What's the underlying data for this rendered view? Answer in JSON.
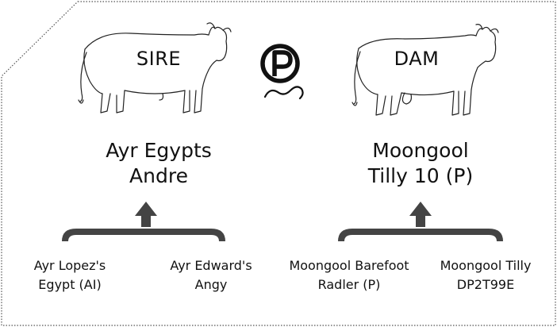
{
  "sire": {
    "label": "SIRE",
    "name_line1": "Ayr Egypts",
    "name_line2": "Andre",
    "grandsire": {
      "line1": "Ayr Lopez's",
      "line2": "Egypt (AI)"
    },
    "granddam": {
      "line1": "Ayr Edward's",
      "line2": "Angy"
    }
  },
  "dam": {
    "label": "DAM",
    "name_line1": "Moongool",
    "name_line2": "Tilly 10 (P)",
    "grandsire": {
      "line1": "Moongool Barefoot",
      "line2": "Radler (P)"
    },
    "granddam": {
      "line1": "Moongool Tilly",
      "line2": "DP2T99E"
    }
  },
  "center_icon": {
    "name": "polled-p-icon",
    "letter": "P"
  },
  "colors": {
    "stroke": "#222222",
    "bracket": "#444444",
    "border": "#555555"
  }
}
